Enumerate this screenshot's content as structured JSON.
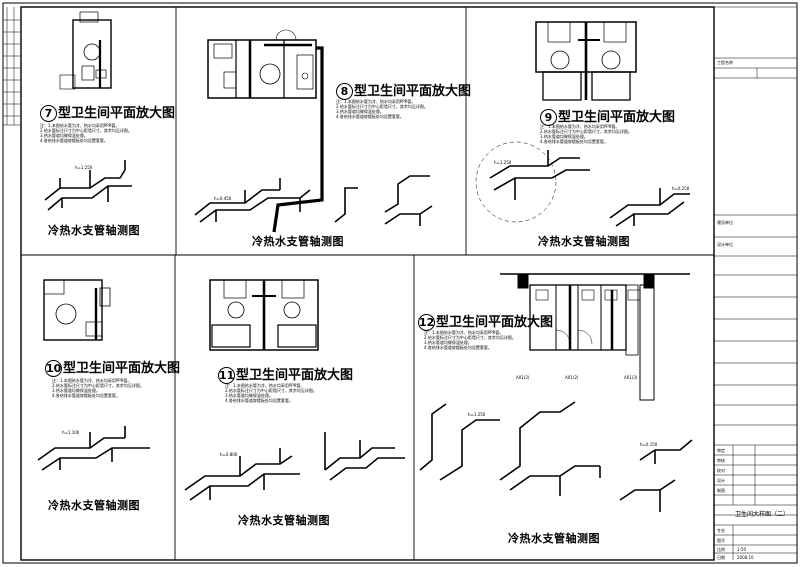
{
  "panels": {
    "p7": {
      "num": "7",
      "title": "型卫生间平面放大图",
      "axo": "冷热水支管轴测图"
    },
    "p8": {
      "num": "8",
      "title": "型卫生间平面放大图",
      "axo": "冷热水支管轴测图"
    },
    "p9": {
      "num": "9",
      "title": "型卫生间平面放大图",
      "axo": "冷热水支管轴测图"
    },
    "p10": {
      "num": "10",
      "title": "型卫生间平面放大图",
      "axo": "冷热水支管轴测图"
    },
    "p11": {
      "num": "11",
      "title": "型卫生间平面放大图",
      "axo": "冷热水支管轴测图"
    },
    "p12": {
      "num": "12",
      "title": "型卫生间平面放大图",
      "axo": "冷热水支管轴测图"
    }
  },
  "notes": {
    "p7": [
      "注：1.本图给水管为冷、热水均采用PPR管。",
      "2.给水管标注尺寸为中心距墙尺寸，其余均见详图。",
      "3.热水管道均做保温处理。",
      "4.各给排水管道穿楼板处均设置套管。"
    ],
    "p8": [
      "注：1.本图给水管为冷、热水均采用PPR管。",
      "2.给水管标注尺寸为中心距墙尺寸，其余均见详图。",
      "3.热水管道均做保温处理。",
      "4.各给排水管道穿楼板处均设置套管。"
    ],
    "p9": [
      "注：1.本图给水管为冷、热水均采用PPR管。",
      "2.给水管标注尺寸为中心距墙尺寸，其余均见详图。",
      "3.热水管道均做保温处理。",
      "4.各给排水管道穿楼板处均设置套管。"
    ],
    "p10": [
      "注：1.本图给水管为冷、热水均采用PPR管。",
      "2.给水管标注尺寸为中心距墙尺寸，其余均见详图。",
      "3.热水管道均做保温处理。",
      "4.各给排水管道穿楼板处均设置套管。"
    ],
    "p11": [
      "注：1.本图给水管为冷、热水均采用PPR管。",
      "2.给水管标注尺寸为中心距墙尺寸，其余均见详图。",
      "3.热水管道均做保温处理。",
      "4.各给排水管道穿楼板处均设置套管。"
    ],
    "p12": [
      "注：1.本图给水管为冷、热水均采用PPR管。",
      "2.给水管标注尺寸为中心距墙尺寸，其余均见详图。",
      "3.热水管道均做保温处理。",
      "4.各给排水管道穿楼板处均设置套管。"
    ]
  },
  "elevations": {
    "h1": "h=1.250",
    "h2": "h=0.450",
    "h3": "h=0.250",
    "h4": "h=1.100",
    "h5": "h=0.800",
    "h6": "h=0.150"
  },
  "room_labels": {
    "r1": "A01(2)",
    "r2": "A01(2)",
    "r3": "A01(3)"
  },
  "title_block": {
    "sheet_title": "卫生间大样图（二）",
    "scale": "1:50",
    "date": "2008.10",
    "rows": [
      "工程名称",
      "建设单位",
      "设计单位",
      "审定",
      "审核",
      "校对",
      "设计",
      "制图",
      "专业",
      "图号",
      "比例",
      "日期"
    ]
  },
  "colors": {
    "line": "#000000",
    "bg": "#ffffff"
  }
}
